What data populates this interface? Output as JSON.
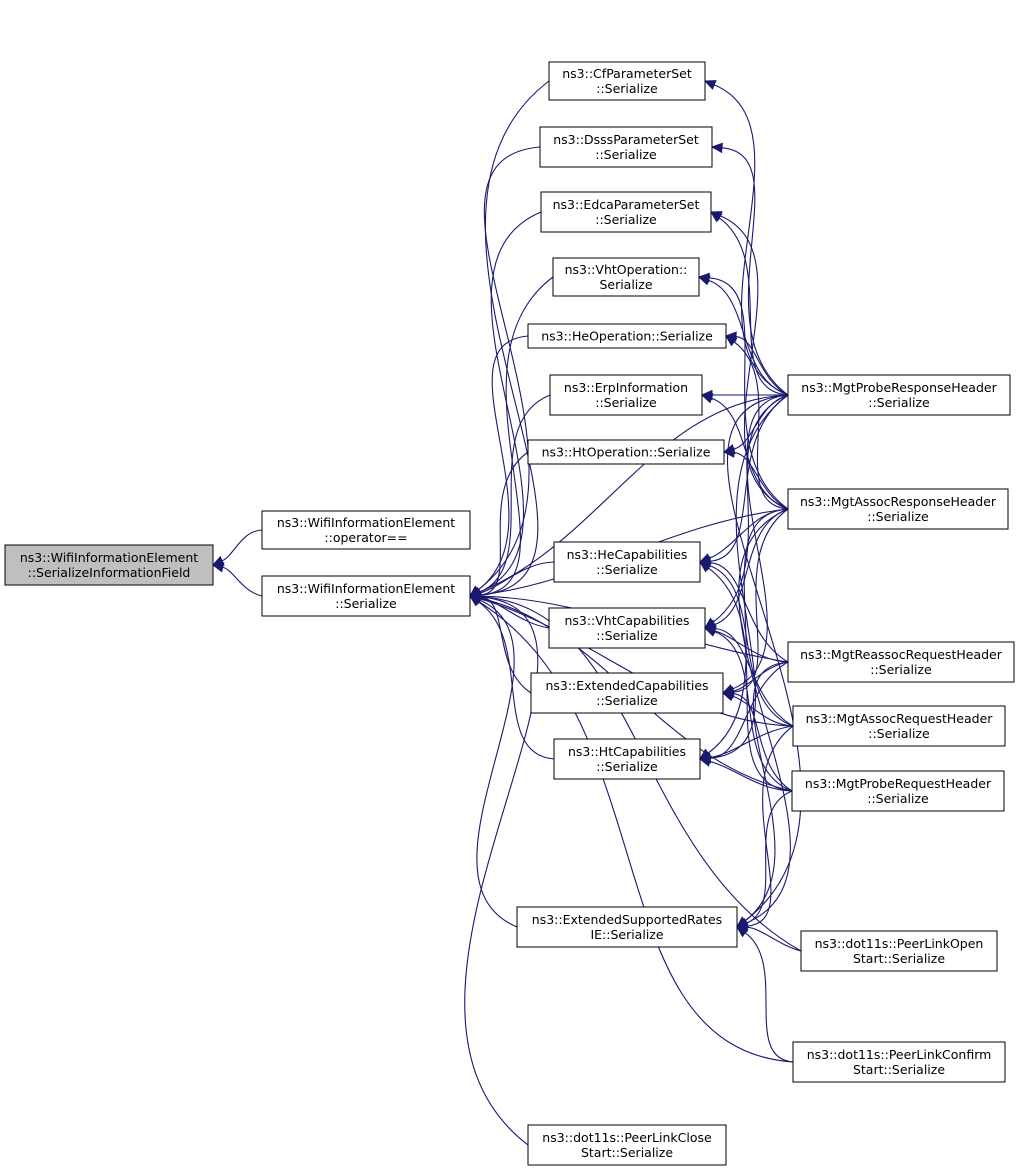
{
  "diagram": {
    "nodes": [
      {
        "id": "root",
        "lines": [
          "ns3::WifiInformationElement",
          "::SerializeInformationField"
        ],
        "highlighted": true
      },
      {
        "id": "opeq",
        "lines": [
          "ns3::WifiInformationElement",
          "::operator=="
        ]
      },
      {
        "id": "ser",
        "lines": [
          "ns3::WifiInformationElement",
          "::Serialize"
        ]
      },
      {
        "id": "cf",
        "lines": [
          "ns3::CfParameterSet",
          "::Serialize"
        ]
      },
      {
        "id": "dsss",
        "lines": [
          "ns3::DsssParameterSet",
          "::Serialize"
        ]
      },
      {
        "id": "edca",
        "lines": [
          "ns3::EdcaParameterSet",
          "::Serialize"
        ]
      },
      {
        "id": "vhtop",
        "lines": [
          "ns3::VhtOperation::",
          "Serialize"
        ]
      },
      {
        "id": "heop",
        "lines": [
          "ns3::HeOperation::Serialize"
        ]
      },
      {
        "id": "erp",
        "lines": [
          "ns3::ErpInformation",
          "::Serialize"
        ]
      },
      {
        "id": "htop",
        "lines": [
          "ns3::HtOperation::Serialize"
        ]
      },
      {
        "id": "hecap",
        "lines": [
          "ns3::HeCapabilities",
          "::Serialize"
        ]
      },
      {
        "id": "vhtcap",
        "lines": [
          "ns3::VhtCapabilities",
          "::Serialize"
        ]
      },
      {
        "id": "extcap",
        "lines": [
          "ns3::ExtendedCapabilities",
          "::Serialize"
        ]
      },
      {
        "id": "htcap",
        "lines": [
          "ns3::HtCapabilities",
          "::Serialize"
        ]
      },
      {
        "id": "esr",
        "lines": [
          "ns3::ExtendedSupportedRates",
          "IE::Serialize"
        ]
      },
      {
        "id": "plclose",
        "lines": [
          "ns3::dot11s::PeerLinkClose",
          "Start::Serialize"
        ]
      },
      {
        "id": "probersp",
        "lines": [
          "ns3::MgtProbeResponseHeader",
          "::Serialize"
        ]
      },
      {
        "id": "assocrsp",
        "lines": [
          "ns3::MgtAssocResponseHeader",
          "::Serialize"
        ]
      },
      {
        "id": "reassocreq",
        "lines": [
          "ns3::MgtReassocRequestHeader",
          "::Serialize"
        ]
      },
      {
        "id": "assocreq",
        "lines": [
          "ns3::MgtAssocRequestHeader",
          "::Serialize"
        ]
      },
      {
        "id": "probereq",
        "lines": [
          "ns3::MgtProbeRequestHeader",
          "::Serialize"
        ]
      },
      {
        "id": "plopen",
        "lines": [
          "ns3::dot11s::PeerLinkOpen",
          "Start::Serialize"
        ]
      },
      {
        "id": "plconfirm",
        "lines": [
          "ns3::dot11s::PeerLinkConfirm",
          "Start::Serialize"
        ]
      }
    ],
    "edges": [
      [
        "opeq",
        "root"
      ],
      [
        "ser",
        "root"
      ],
      [
        "cf",
        "ser"
      ],
      [
        "dsss",
        "ser"
      ],
      [
        "edca",
        "ser"
      ],
      [
        "vhtop",
        "ser"
      ],
      [
        "heop",
        "ser"
      ],
      [
        "erp",
        "ser"
      ],
      [
        "htop",
        "ser"
      ],
      [
        "hecap",
        "ser"
      ],
      [
        "vhtcap",
        "ser"
      ],
      [
        "extcap",
        "ser"
      ],
      [
        "htcap",
        "ser"
      ],
      [
        "esr",
        "ser"
      ],
      [
        "plclose",
        "ser"
      ],
      [
        "probersp",
        "ser"
      ],
      [
        "assocrsp",
        "ser"
      ],
      [
        "reassocreq",
        "ser"
      ],
      [
        "assocreq",
        "ser"
      ],
      [
        "probereq",
        "ser"
      ],
      [
        "plopen",
        "ser"
      ],
      [
        "plconfirm",
        "ser"
      ],
      [
        "probersp",
        "cf"
      ],
      [
        "probersp",
        "dsss"
      ],
      [
        "probersp",
        "edca"
      ],
      [
        "probersp",
        "vhtop"
      ],
      [
        "probersp",
        "heop"
      ],
      [
        "probersp",
        "erp"
      ],
      [
        "probersp",
        "htop"
      ],
      [
        "probersp",
        "hecap"
      ],
      [
        "probersp",
        "vhtcap"
      ],
      [
        "probersp",
        "extcap"
      ],
      [
        "probersp",
        "htcap"
      ],
      [
        "probersp",
        "esr"
      ],
      [
        "assocrsp",
        "edca"
      ],
      [
        "assocrsp",
        "vhtop"
      ],
      [
        "assocrsp",
        "heop"
      ],
      [
        "assocrsp",
        "erp"
      ],
      [
        "assocrsp",
        "htop"
      ],
      [
        "assocrsp",
        "hecap"
      ],
      [
        "assocrsp",
        "vhtcap"
      ],
      [
        "assocrsp",
        "extcap"
      ],
      [
        "assocrsp",
        "htcap"
      ],
      [
        "assocrsp",
        "esr"
      ],
      [
        "reassocreq",
        "hecap"
      ],
      [
        "reassocreq",
        "vhtcap"
      ],
      [
        "reassocreq",
        "extcap"
      ],
      [
        "reassocreq",
        "htcap"
      ],
      [
        "reassocreq",
        "esr"
      ],
      [
        "assocreq",
        "hecap"
      ],
      [
        "assocreq",
        "vhtcap"
      ],
      [
        "assocreq",
        "extcap"
      ],
      [
        "assocreq",
        "htcap"
      ],
      [
        "assocreq",
        "esr"
      ],
      [
        "probereq",
        "hecap"
      ],
      [
        "probereq",
        "vhtcap"
      ],
      [
        "probereq",
        "extcap"
      ],
      [
        "probereq",
        "htcap"
      ],
      [
        "probereq",
        "esr"
      ],
      [
        "plopen",
        "esr"
      ],
      [
        "plconfirm",
        "esr"
      ]
    ]
  }
}
